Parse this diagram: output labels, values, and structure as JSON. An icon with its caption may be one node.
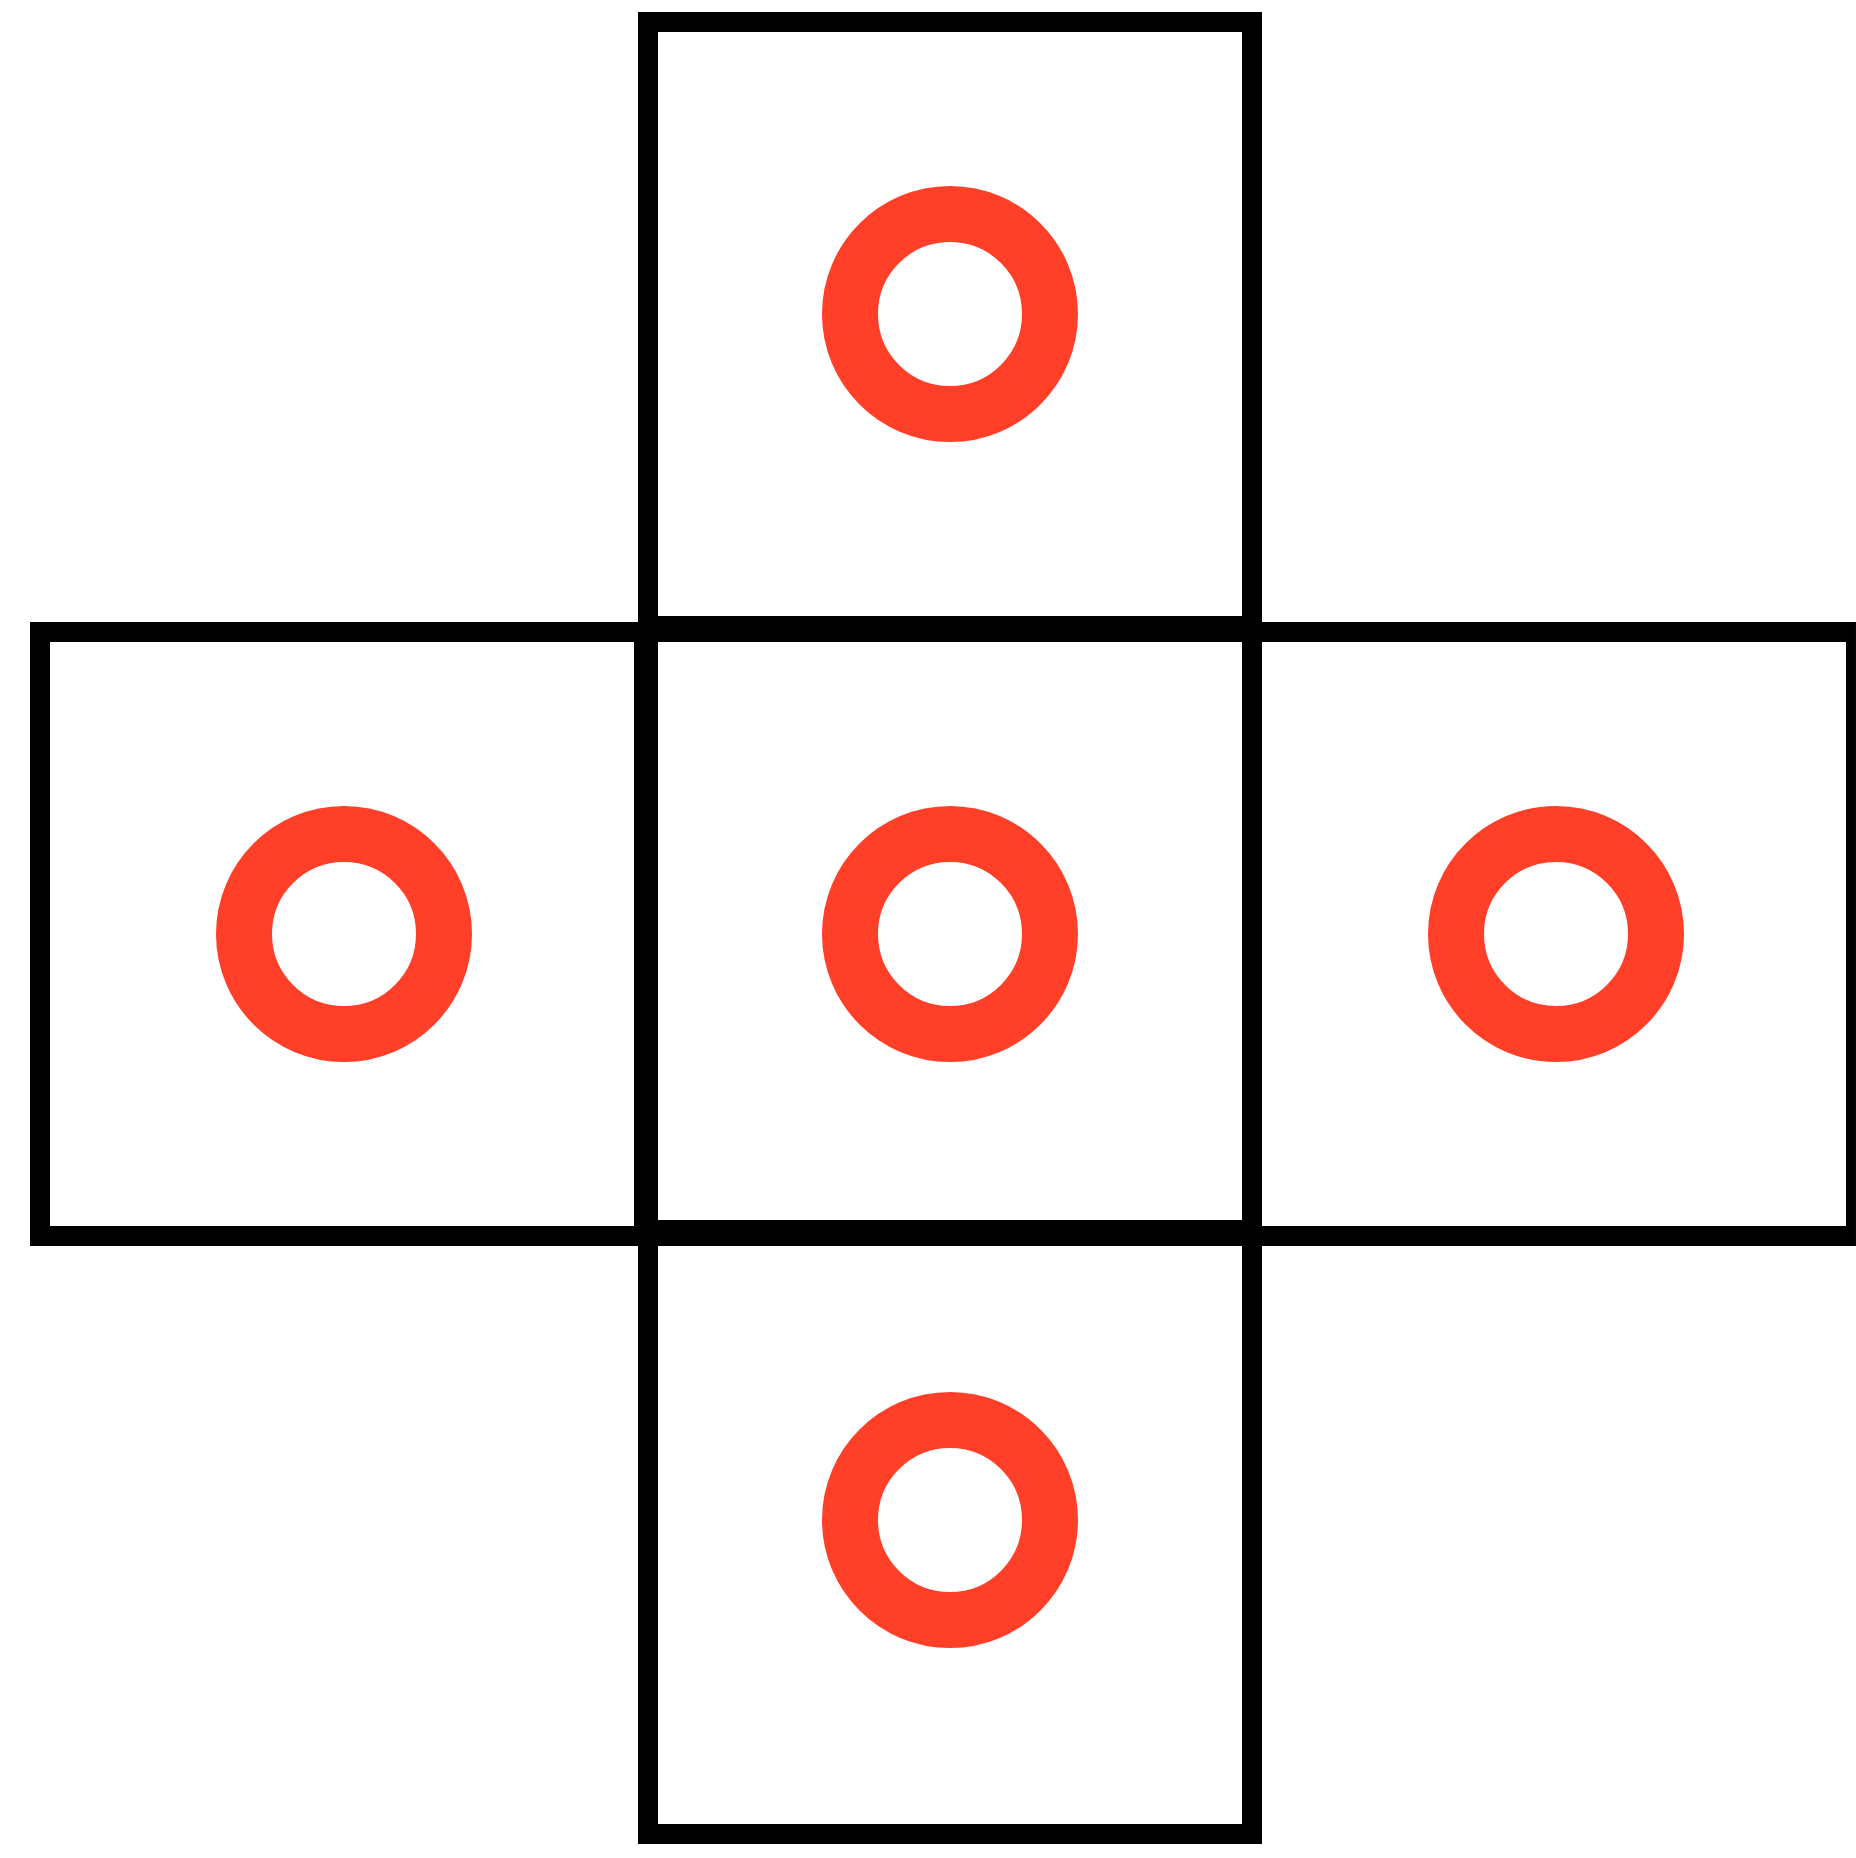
{
  "diagram": {
    "nodes": [
      {
        "text": [],
        "shape": "box"
      },
      {
        "text": [],
        "shape": "circle",
        "in": 0
      },
      {
        "text": [],
        "shape": "box"
      },
      {
        "text": [],
        "shape": "circle",
        "in": 2
      },
      {
        "text": [],
        "shape": "box"
      },
      {
        "text": [],
        "shape": "circle",
        "in": 4
      },
      {
        "text": [],
        "shape": "box"
      },
      {
        "text": [],
        "shape": "circle",
        "in": 6
      },
      {
        "text": [],
        "shape": "box"
      },
      {
        "text": [],
        "shape": "circle",
        "in": 8
      }
    ]
  }
}
